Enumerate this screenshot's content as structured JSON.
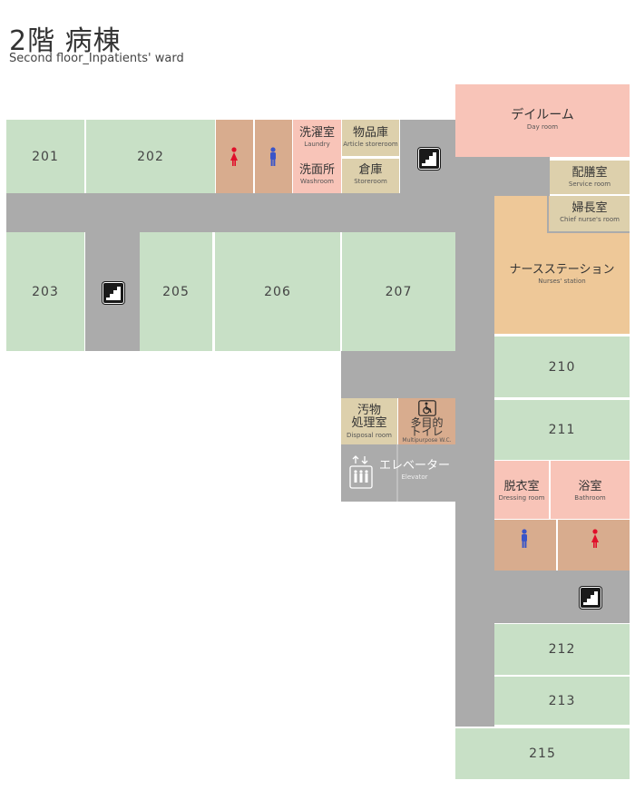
{
  "header": {
    "title": "2階 病棟",
    "subtitle": "Second floor_Inpatients' ward"
  },
  "colors": {
    "corridor": "#ababab",
    "patient_room": "#c8e0c6",
    "day_room": "#f8c4b8",
    "storage": "#ddd0ac",
    "nurses_station": "#eec898",
    "toilet": "#d8ac8e",
    "female_icon": "#e0102a",
    "male_icon": "#3a55c8"
  },
  "rooms": {
    "r201": "201",
    "r202": "202",
    "r203": "203",
    "r205": "205",
    "r206": "206",
    "r207": "207",
    "r210": "210",
    "r211": "211",
    "r212": "212",
    "r213": "213",
    "r215": "215"
  },
  "facilities": {
    "laundry": {
      "jp": "洗濯室",
      "en": "Laundry"
    },
    "washroom": {
      "jp": "洗面所",
      "en": "Washroom"
    },
    "article_storeroom": {
      "jp": "物品庫",
      "en": "Article storeroom"
    },
    "storeroom": {
      "jp": "倉庫",
      "en": "Storeroom"
    },
    "day_room": {
      "jp": "デイルーム",
      "en": "Day room"
    },
    "service_room": {
      "jp": "配膳室",
      "en": "Service room"
    },
    "chief_nurse_room": {
      "jp": "婦長室",
      "en": "Chief nurse's room"
    },
    "nurses_station": {
      "jp": "ナースステーション",
      "en": "Nurses' station"
    },
    "disposal_room": {
      "jp1": "汚物",
      "jp2": "処理室",
      "en": "Disposal room"
    },
    "multipurpose_wc": {
      "jp1": "多目的",
      "jp2": "トイレ",
      "en": "Multipurpose W.C."
    },
    "elevator": {
      "jp": "エレベーター",
      "en": "Elevator"
    },
    "dressing_room": {
      "jp": "脱衣室",
      "en": "Dressing room"
    },
    "bathroom": {
      "jp": "浴室",
      "en": "Bathroom"
    }
  },
  "icons": [
    "stairs-icon",
    "female-toilet-icon",
    "male-toilet-icon",
    "wheelchair-icon",
    "elevator-icon"
  ]
}
